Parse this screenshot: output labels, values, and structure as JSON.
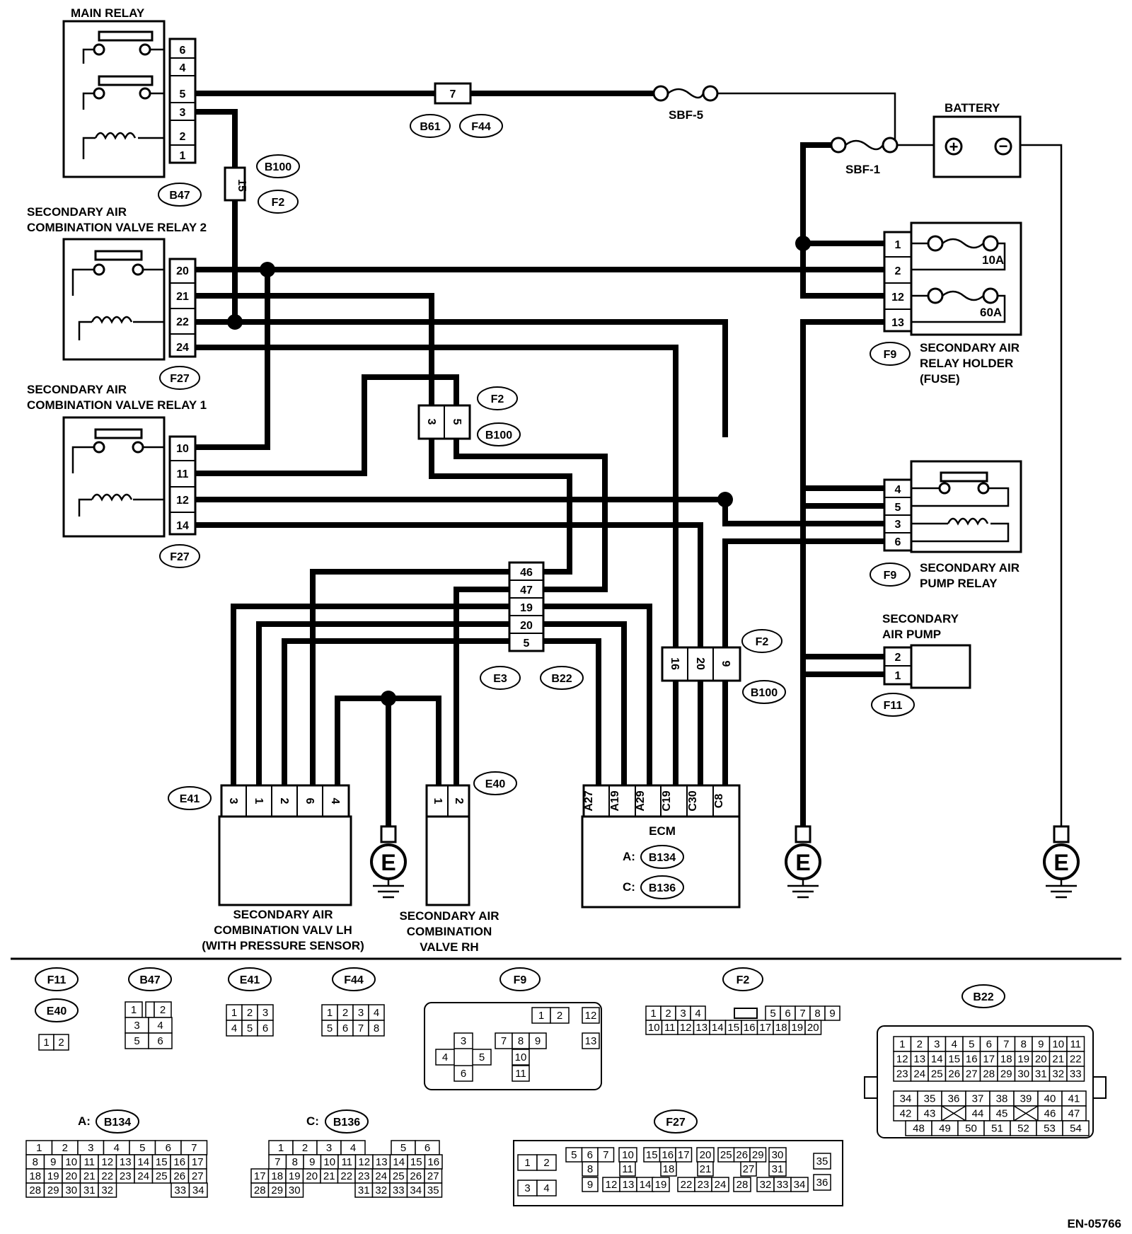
{
  "components": {
    "main_relay": "MAIN RELAY",
    "relay2_l1": "SECONDARY AIR",
    "relay2_l2": "COMBINATION VALVE RELAY 2",
    "relay1_l1": "SECONDARY AIR",
    "relay1_l2": "COMBINATION VALVE RELAY 1",
    "battery": "BATTERY",
    "holder_l1": "SECONDARY AIR",
    "holder_l2": "RELAY HOLDER",
    "holder_l3": "(FUSE)",
    "pump_relay_l1": "SECONDARY AIR",
    "pump_relay_l2": "PUMP RELAY",
    "pump_l1": "SECONDARY",
    "pump_l2": "AIR PUMP",
    "valve_lh_l1": "SECONDARY AIR",
    "valve_lh_l2": "COMBINATION VALV LH",
    "valve_lh_l3": "(WITH PRESSURE SENSOR)",
    "valve_rh_l1": "SECONDARY AIR",
    "valve_rh_l2": "COMBINATION",
    "valve_rh_l3": "VALVE RH",
    "ecm": "ECM",
    "ecm_a": "A:",
    "ecm_c": "C:",
    "ground": "E",
    "fuse_sbf5": "SBF-5",
    "fuse_sbf1": "SBF-1",
    "fuse_10a": "10A",
    "fuse_60a": "60A",
    "plus": "+",
    "minus": "−"
  },
  "connector_tags": {
    "b47": "B47",
    "b100": "B100",
    "f2": "F2",
    "b61": "B61",
    "f44": "F44",
    "f27": "F27",
    "f9": "F9",
    "f11": "F11",
    "e3": "E3",
    "b22": "B22",
    "e41": "E41",
    "e40": "E40",
    "b134": "B134",
    "b136": "B136"
  },
  "pins": {
    "main_relay": [
      "6",
      "4",
      "5",
      "3",
      "2",
      "1"
    ],
    "relay2": [
      "20",
      "21",
      "22",
      "24"
    ],
    "relay1": [
      "10",
      "11",
      "12",
      "14"
    ],
    "holder": [
      "1",
      "2",
      "12",
      "13"
    ],
    "pump_relay": [
      "4",
      "5",
      "3",
      "6"
    ],
    "pump": [
      "2",
      "1"
    ],
    "joint_e3": [
      "46",
      "47",
      "19",
      "20",
      "5"
    ],
    "inline_7": "7",
    "inline_15": "15",
    "inline_3": "3",
    "inline_5": "5",
    "inline_b100": [
      "16",
      "20",
      "9"
    ],
    "e41": [
      "3",
      "1",
      "2",
      "6",
      "4"
    ],
    "e40": [
      "1",
      "2"
    ],
    "ecm": [
      "A27",
      "A19",
      "A29",
      "C19",
      "C30",
      "C8"
    ]
  },
  "legend_tags": {
    "f11": "F11",
    "e40": "E40",
    "b47": "B47",
    "e41": "E41",
    "f44": "F44",
    "f9": "F9",
    "f2": "F2",
    "b22": "B22",
    "b134": "B134",
    "b136": "B136",
    "f27": "F27",
    "prefix_a": "A:",
    "prefix_c": "C:"
  },
  "legends": {
    "e40": [
      [
        "1",
        "2"
      ]
    ],
    "b47": [
      [
        "1",
        "",
        "2"
      ],
      [
        "3",
        "4"
      ],
      [
        "5",
        "6"
      ]
    ],
    "e41": [
      [
        "1",
        "2",
        "3"
      ],
      [
        "4",
        "5",
        "6"
      ]
    ],
    "f44": [
      [
        "1",
        "2",
        "3",
        "4"
      ],
      [
        "5",
        "6",
        "7",
        "8"
      ]
    ],
    "f9": [
      "1",
      "2",
      "12",
      "3",
      "7",
      "8",
      "9",
      "13",
      "4",
      "5",
      "10",
      "6",
      "11"
    ],
    "f2": [
      [
        "1",
        "2",
        "3",
        "4",
        "5",
        "6",
        "7",
        "8",
        "9"
      ],
      [
        "10",
        "11",
        "12",
        "13",
        "14",
        "15",
        "16",
        "17",
        "18",
        "19",
        "20"
      ]
    ],
    "b22": [
      [
        "1",
        "2",
        "3",
        "4",
        "5",
        "6",
        "7",
        "8",
        "9",
        "10",
        "11"
      ],
      [
        "12",
        "13",
        "14",
        "15",
        "16",
        "17",
        "18",
        "19",
        "20",
        "21",
        "22"
      ],
      [
        "23",
        "24",
        "25",
        "26",
        "27",
        "28",
        "29",
        "30",
        "31",
        "32",
        "33"
      ],
      [
        "34",
        "35",
        "36",
        "37",
        "38",
        "39",
        "40",
        "41"
      ],
      [
        "42",
        "43",
        "44",
        "45",
        "46",
        "47"
      ],
      [
        "48",
        "49",
        "50",
        "51",
        "52",
        "53",
        "54"
      ]
    ],
    "b134": [
      [
        "1",
        "2",
        "3",
        "4",
        "5",
        "6",
        "7"
      ],
      [
        "8",
        "9",
        "10",
        "11",
        "12",
        "13",
        "14",
        "15",
        "16",
        "17"
      ],
      [
        "18",
        "19",
        "20",
        "21",
        "22",
        "23",
        "24",
        "25",
        "26",
        "27"
      ],
      [
        "28",
        "29",
        "30",
        "31",
        "32",
        "33",
        "34"
      ]
    ],
    "b136": [
      [
        "1",
        "2",
        "3",
        "4",
        "5",
        "6"
      ],
      [
        "7",
        "8",
        "9",
        "10",
        "11",
        "12",
        "13",
        "14",
        "15",
        "16"
      ],
      [
        "17",
        "18",
        "19",
        "20",
        "21",
        "22",
        "23",
        "24",
        "25",
        "26",
        "27"
      ],
      [
        "28",
        "29",
        "30",
        "31",
        "32",
        "33",
        "34",
        "35"
      ]
    ],
    "f27": [
      [
        "1",
        "2",
        "5",
        "6",
        "7",
        "10",
        "15",
        "16",
        "17",
        "20",
        "25",
        "26",
        "29",
        "30",
        "35"
      ],
      [
        "8",
        "11",
        "18",
        "21",
        "27",
        "31"
      ],
      [
        "3",
        "4",
        "9",
        "12",
        "13",
        "14",
        "19",
        "22",
        "23",
        "24",
        "28",
        "32",
        "33",
        "34",
        "36"
      ]
    ]
  },
  "footer": {
    "code": "EN-05766"
  }
}
